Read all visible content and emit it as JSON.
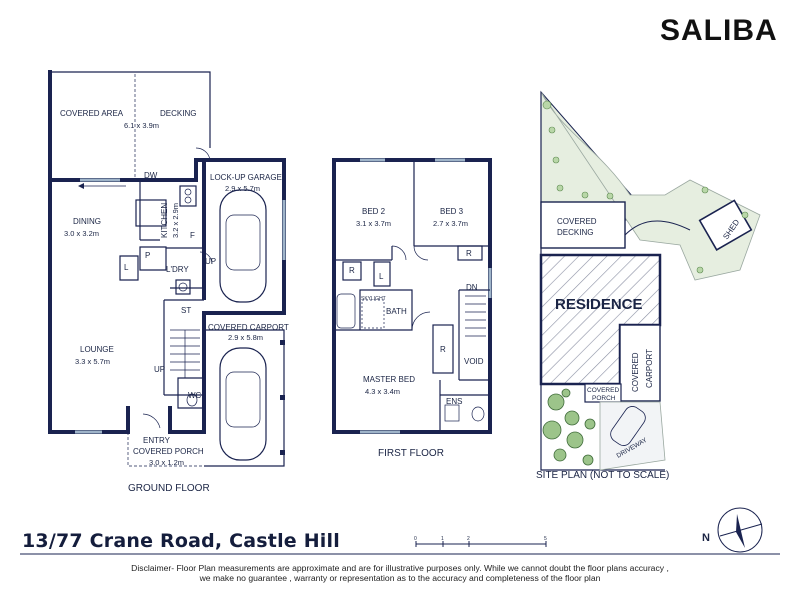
{
  "brand": "SALIBA",
  "address": "13/77 Crane Road, Castle Hill",
  "disclaimer_line1": "Disclaimer- Floor Plan measurements are approximate and are for illustrative purposes only. While we cannot doubt the floor plans accuracy ,",
  "disclaimer_line2": "we make no guarantee , warranty or representation as to the accuracy and completeness of the floor plan",
  "ground_floor": {
    "title": "GROUND FLOOR",
    "covered_area": "COVERED AREA",
    "decking": "DECKING",
    "decking_dim": "6.1 x 3.9m",
    "dining": "DINING",
    "dining_dim": "3.0 x 3.2m",
    "kitchen": "KITCHEN",
    "kitchen_dim": "3.2 x 2.9m",
    "dw": "DW",
    "f": "F",
    "l": "L",
    "p": "P",
    "ldry": "L'DRY",
    "up1": "UP",
    "garage": "LOCK-UP GARAGE",
    "garage_dim": "2.9 x 5.7m",
    "st": "ST",
    "lounge": "LOUNGE",
    "lounge_dim": "3.3 x 5.7m",
    "up2": "UP",
    "wc": "WC",
    "carport": "COVERED CARPORT",
    "carport_dim": "2.9 x 5.8m",
    "entry": "ENTRY",
    "porch": "COVERED PORCH",
    "porch_dim": "3.0 x 1.2m"
  },
  "first_floor": {
    "title": "FIRST FLOOR",
    "bed2": "BED 2",
    "bed2_dim": "3.1 x 3.7m",
    "bed3": "BED 3",
    "bed3_dim": "2.7 x 3.7m",
    "r1": "R",
    "r2": "R",
    "r3": "R",
    "l": "L",
    "dn": "DN",
    "skylight": "SKYLIGHT",
    "bath": "BATH",
    "void": "VOID",
    "master": "MASTER BED",
    "master_dim": "4.3 x 3.4m",
    "ens": "ENS"
  },
  "site": {
    "title": "SITE PLAN (NOT TO SCALE)",
    "covered": "COVERED",
    "decking": "DECKING",
    "shed": "SHED",
    "residence": "RESIDENCE",
    "covered2": "COVERED",
    "carport": "CARPORT",
    "covered3": "COVERED",
    "porch": "PORCH",
    "driveway": "DRIVEWAY"
  },
  "scale_bar": [
    "0",
    "1",
    "2",
    "5"
  ],
  "compass": "N",
  "colors": {
    "wall": "#1a2350",
    "grass": "#e6eee0",
    "window": "#9fb4c9"
  }
}
